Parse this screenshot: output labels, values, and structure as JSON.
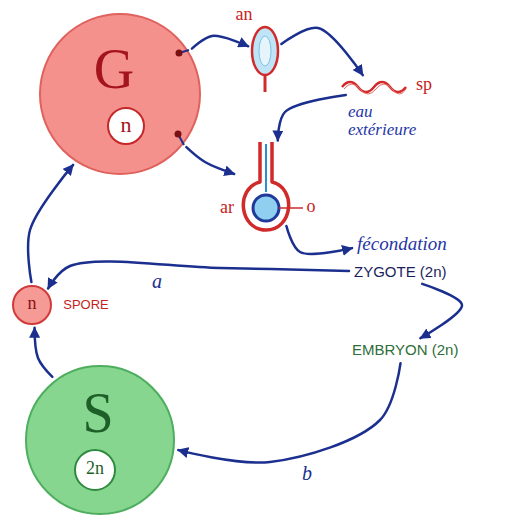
{
  "diagram": {
    "nodes": [
      {
        "text": [
          "G"
        ]
      },
      {
        "text": [
          "n"
        ],
        "in": 0
      },
      {
        "text": [
          "an"
        ]
      },
      {
        "text": [
          "sp"
        ]
      },
      {
        "text": [
          "ar",
          "o"
        ]
      },
      {
        "text": [
          "fécondation"
        ]
      },
      {
        "text": [
          "ZYGOTE (2n)"
        ]
      },
      {
        "text": [
          "n",
          "SPORE"
        ]
      },
      {
        "text": [
          "EMBRYON (2n)"
        ]
      },
      {
        "text": [
          "S"
        ]
      },
      {
        "text": [
          "2n"
        ],
        "in": 9
      }
    ],
    "edges": [
      {
        "from": 0,
        "to": 2,
        "arrow": "to"
      },
      {
        "from": 0,
        "to": 4,
        "arrow": "to"
      },
      {
        "from": 2,
        "to": 3,
        "arrow": "to"
      },
      {
        "from": 3,
        "to": 4,
        "arrow": "to"
      },
      {
        "from": 4,
        "to": 5,
        "arrow": "to"
      },
      {
        "from": 6,
        "to": 7,
        "label": "a",
        "arrow": "to"
      },
      {
        "from": 6,
        "to": 8,
        "arrow": "to"
      },
      {
        "from": 8,
        "to": 9,
        "label": "b",
        "arrow": "to"
      },
      {
        "from": 9,
        "to": 7,
        "arrow": "to"
      },
      {
        "from": 7,
        "to": 0,
        "arrow": "to"
      }
    ],
    "labels": [
      "eau extérieure"
    ]
  }
}
